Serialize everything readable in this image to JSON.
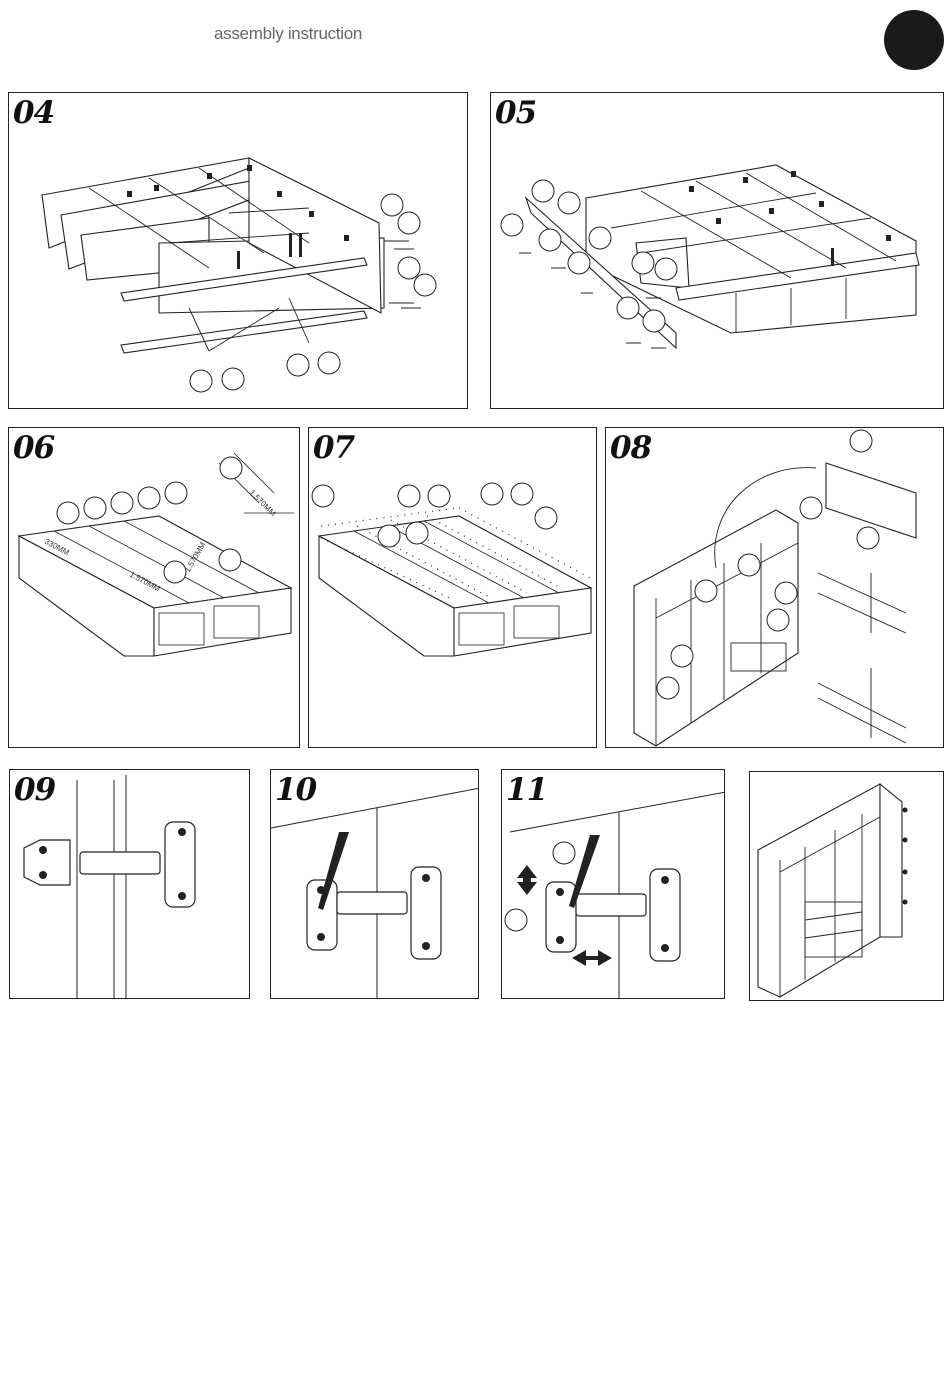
{
  "header": {
    "title": "assembly instruction"
  },
  "steps": [
    {
      "number": "04"
    },
    {
      "number": "05"
    },
    {
      "number": "06"
    },
    {
      "number": "07"
    },
    {
      "number": "08"
    },
    {
      "number": "09"
    },
    {
      "number": "10"
    },
    {
      "number": "11"
    }
  ],
  "dimensions": {
    "a": "330MM",
    "b": "1.570MM",
    "c": "1.570MM",
    "d": "1.570MM"
  }
}
